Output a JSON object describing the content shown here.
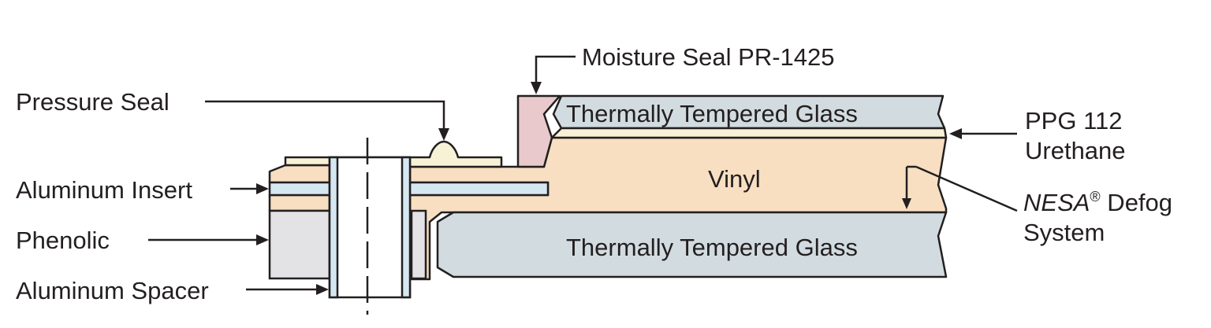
{
  "diagram": {
    "labels": {
      "moisture_seal": "Moisture Seal PR-1425",
      "pressure_seal": "Pressure Seal",
      "aluminum_insert": "Aluminum Insert",
      "phenolic": "Phenolic",
      "aluminum_spacer": "Aluminum Spacer",
      "ppg_line1": "PPG 112",
      "ppg_line2": "Urethane",
      "nesa_name": "NESA",
      "nesa_mark": "®",
      "nesa_rest": " Defog",
      "nesa_line2": "System"
    },
    "inner": {
      "top_glass": "Thermally Tempered Glass",
      "vinyl": "Vinyl",
      "bottom_glass": "Thermally Tempered Glass"
    },
    "colors": {
      "glass": "#d2dce0",
      "vinyl": "#f8dfc2",
      "moisture_seal": "#e9c9cb",
      "pressure_seal": "#f7f1d6",
      "aluminum": "#d5e7f1",
      "phenolic": "#e3e3e5"
    }
  }
}
